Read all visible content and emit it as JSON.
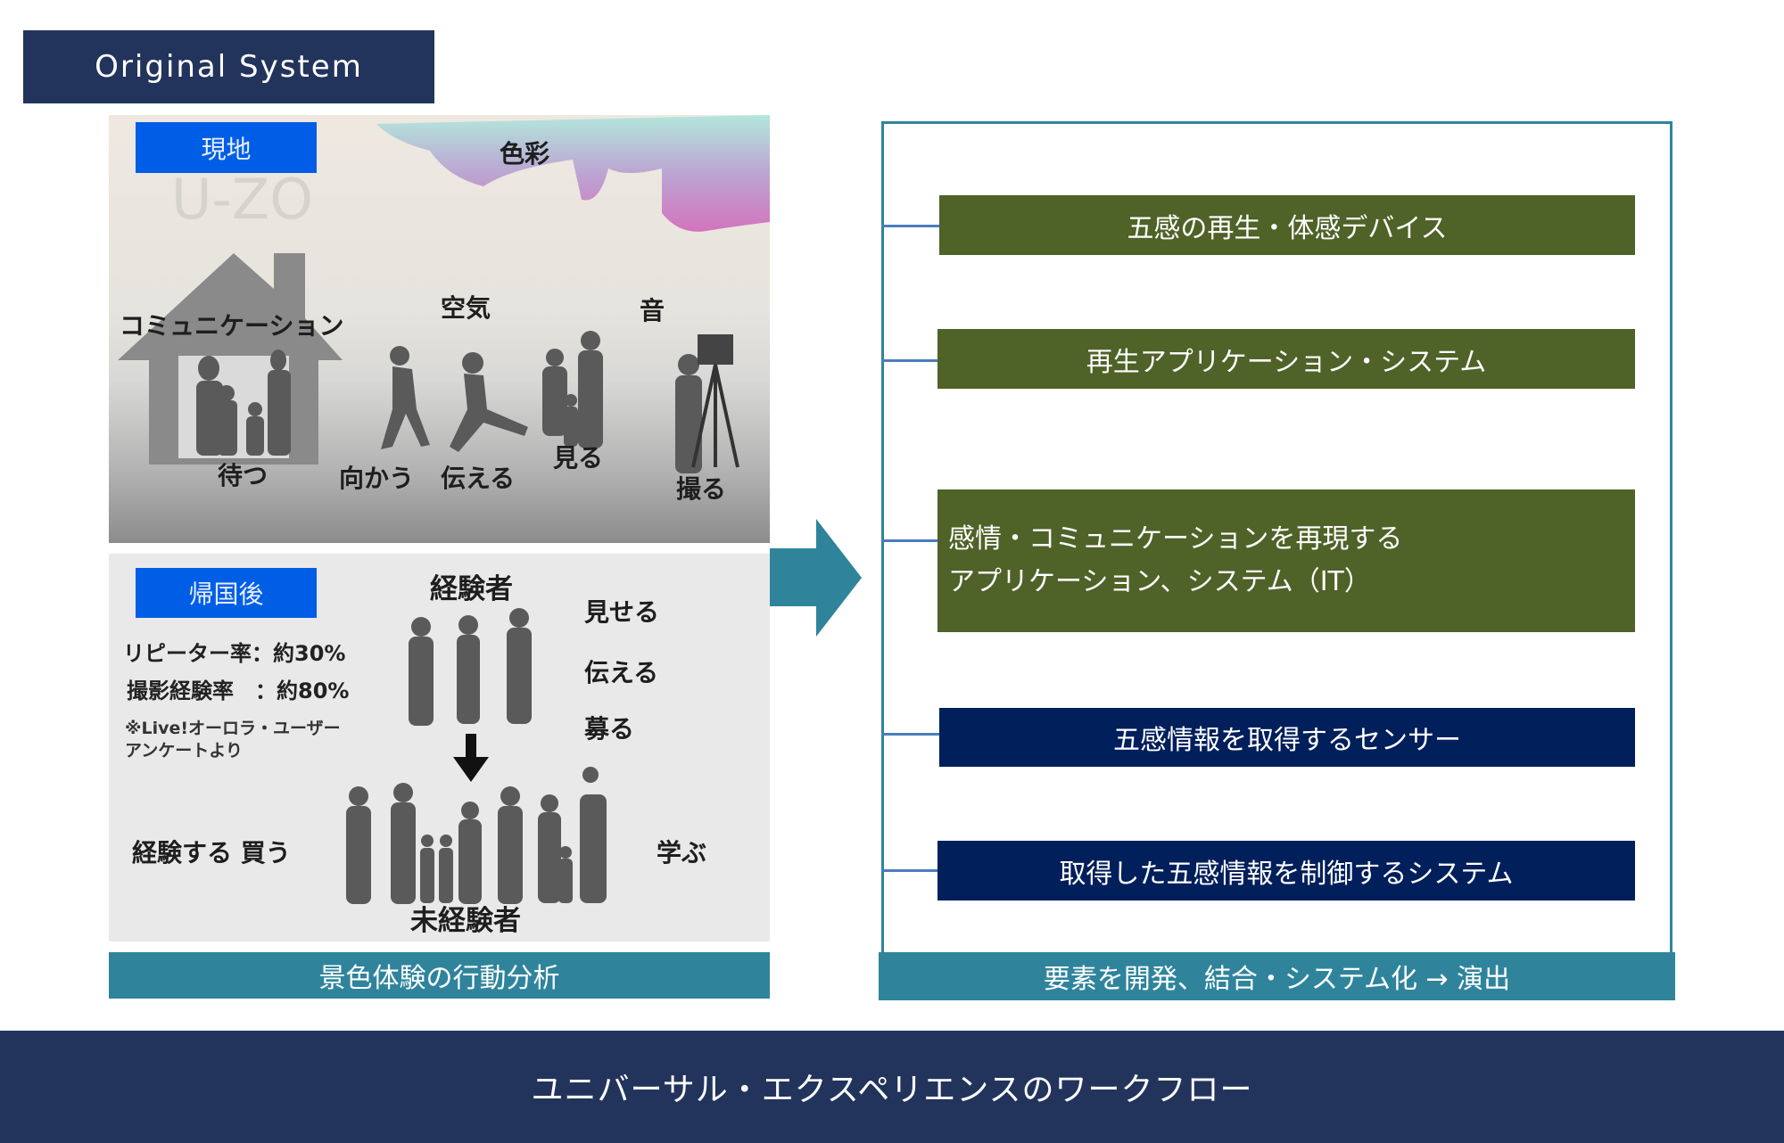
{
  "header": {
    "title": "Original System"
  },
  "left_panel": {
    "onsite": {
      "tag": "現地",
      "watermark": "U-ZO",
      "labels": {
        "color": "色彩",
        "communication": "コミュニケーション",
        "air": "空気",
        "sound": "音",
        "wait": "待つ",
        "go": "向かう",
        "convey": "伝える",
        "see": "見る",
        "shoot": "撮る"
      }
    },
    "after_return": {
      "tag": "帰国後",
      "stats": [
        {
          "label": "リピーター率",
          "value": "約30%"
        },
        {
          "label": "撮影経験率",
          "value": "約80%"
        }
      ],
      "note_line1": "※Live!オーロラ・ユーザー",
      "note_line2": "アンケートより",
      "experienced": "経験者",
      "inexperienced": "未経験者",
      "actions_right": [
        "見せる",
        "伝える",
        "募る"
      ],
      "actions_left": "経験する 買う",
      "learn": "学ぶ"
    },
    "caption": "景色体験の行動分析"
  },
  "right_panel": {
    "boxes": [
      {
        "line1": "五感の再生・体感デバイス",
        "type": "green"
      },
      {
        "line1": "再生アプリケーション・システム",
        "type": "green"
      },
      {
        "line1": "感情・コミュニケーションを再現する",
        "line2": "アプリケーション、システム（IT）",
        "type": "green"
      },
      {
        "line1": "五感情報を取得するセンサー",
        "type": "navy"
      },
      {
        "line1": "取得した五感情報を制御するシステム",
        "type": "navy"
      }
    ],
    "caption": "要素を開発、結合・システム化 → 演出"
  },
  "footer": {
    "title": "ユニバーサル・エクスペリエンスのワークフロー"
  },
  "colors": {
    "navy_header": "#22345c",
    "teal": "#2f849c",
    "green": "#4f6228",
    "navy_box": "#001f5b",
    "tag_blue": "#005ee6"
  }
}
